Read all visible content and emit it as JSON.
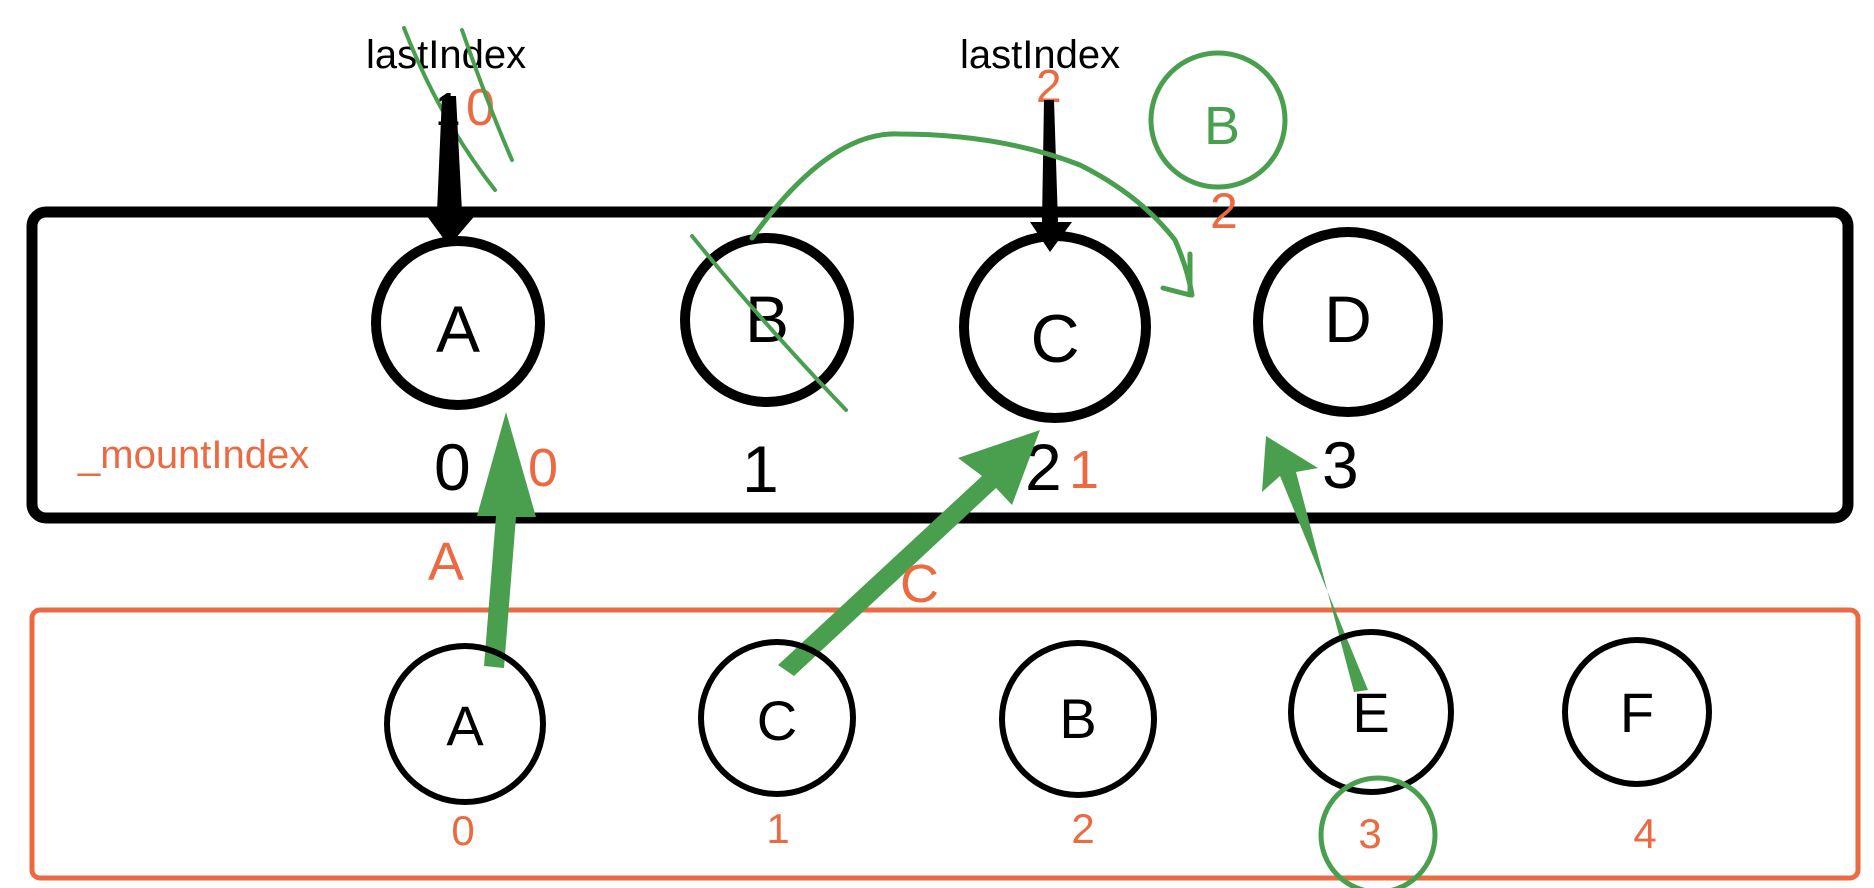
{
  "colors": {
    "black": "#000000",
    "orange": "#ea6b42",
    "green": "#4a9f4f"
  },
  "labels": {
    "last_index_left": "lastIndex",
    "last_index_right": "lastIndex",
    "mount_index": "_mountIndex",
    "last_index_left_old": "1",
    "last_index_left_new": "0",
    "last_index_right_value": "2"
  },
  "old_nodes": [
    {
      "label": "A",
      "index": "0",
      "new_index": "0"
    },
    {
      "label": "B",
      "index": "1"
    },
    {
      "label": "C",
      "index": "2",
      "new_index": "1"
    },
    {
      "label": "D",
      "index": "3"
    }
  ],
  "new_nodes": [
    {
      "label": "A",
      "index": "0"
    },
    {
      "label": "C",
      "index": "1"
    },
    {
      "label": "B",
      "index": "2"
    },
    {
      "label": "E",
      "index": "3"
    },
    {
      "label": "F",
      "index": "4"
    }
  ],
  "arrow_labels": {
    "a": "A",
    "c": "C"
  },
  "moved_node": {
    "label": "B",
    "index": "2"
  }
}
